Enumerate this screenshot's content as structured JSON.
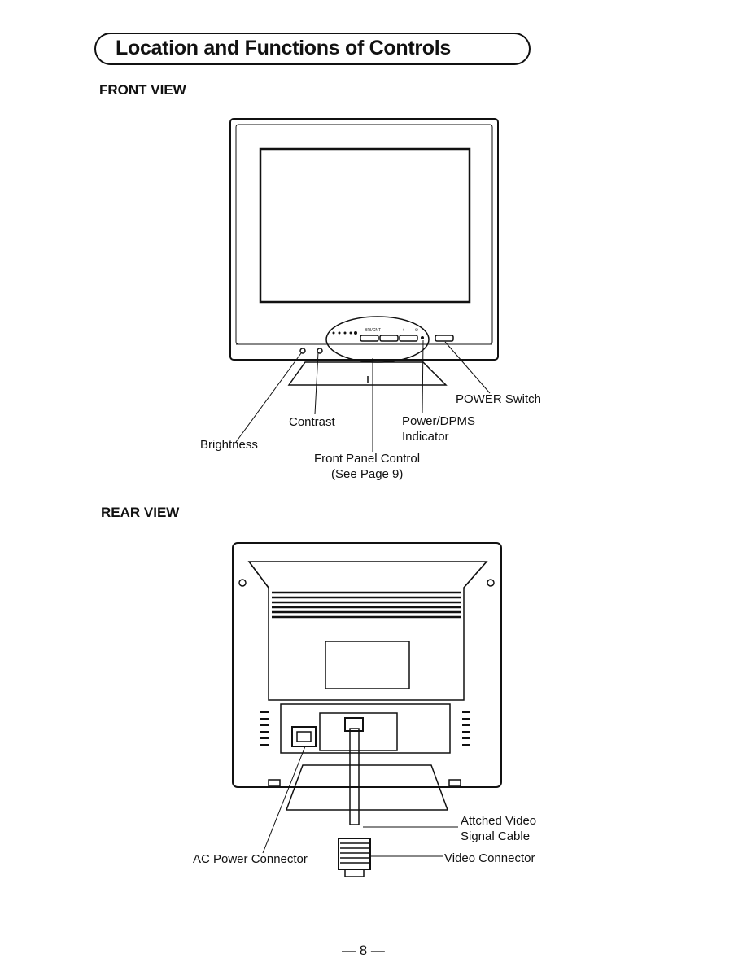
{
  "title": "Location and Functions of Controls",
  "front_view": {
    "heading": "FRONT VIEW",
    "panel_marks": [
      "BRI/CNT",
      "−",
      "+",
      "⏻"
    ],
    "labels": {
      "power_switch": "POWER Switch",
      "contrast": "Contrast",
      "power_dpms_1": "Power/DPMS",
      "power_dpms_2": "Indicator",
      "brightness": "Brightness",
      "front_panel_1": "Front Panel Control",
      "front_panel_2": "(See Page 9)"
    }
  },
  "rear_view": {
    "heading": "REAR VIEW",
    "labels": {
      "video_cable_1": "Attched Video",
      "video_cable_2": "Signal Cable",
      "ac_power": "AC Power Connector",
      "video_connector": "Video Connector"
    }
  },
  "page_number": "— 8 —"
}
